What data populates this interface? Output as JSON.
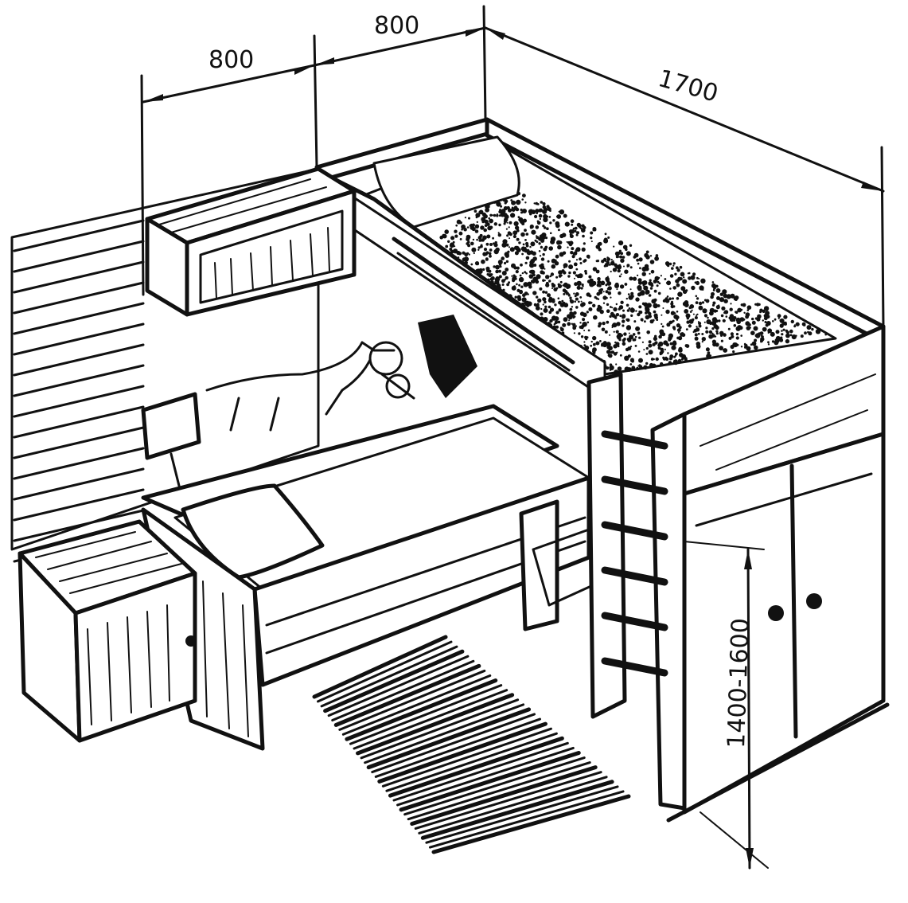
{
  "dimensions": {
    "width_left": "800",
    "width_right": "800",
    "length": "1700",
    "height": "1400-1600"
  }
}
